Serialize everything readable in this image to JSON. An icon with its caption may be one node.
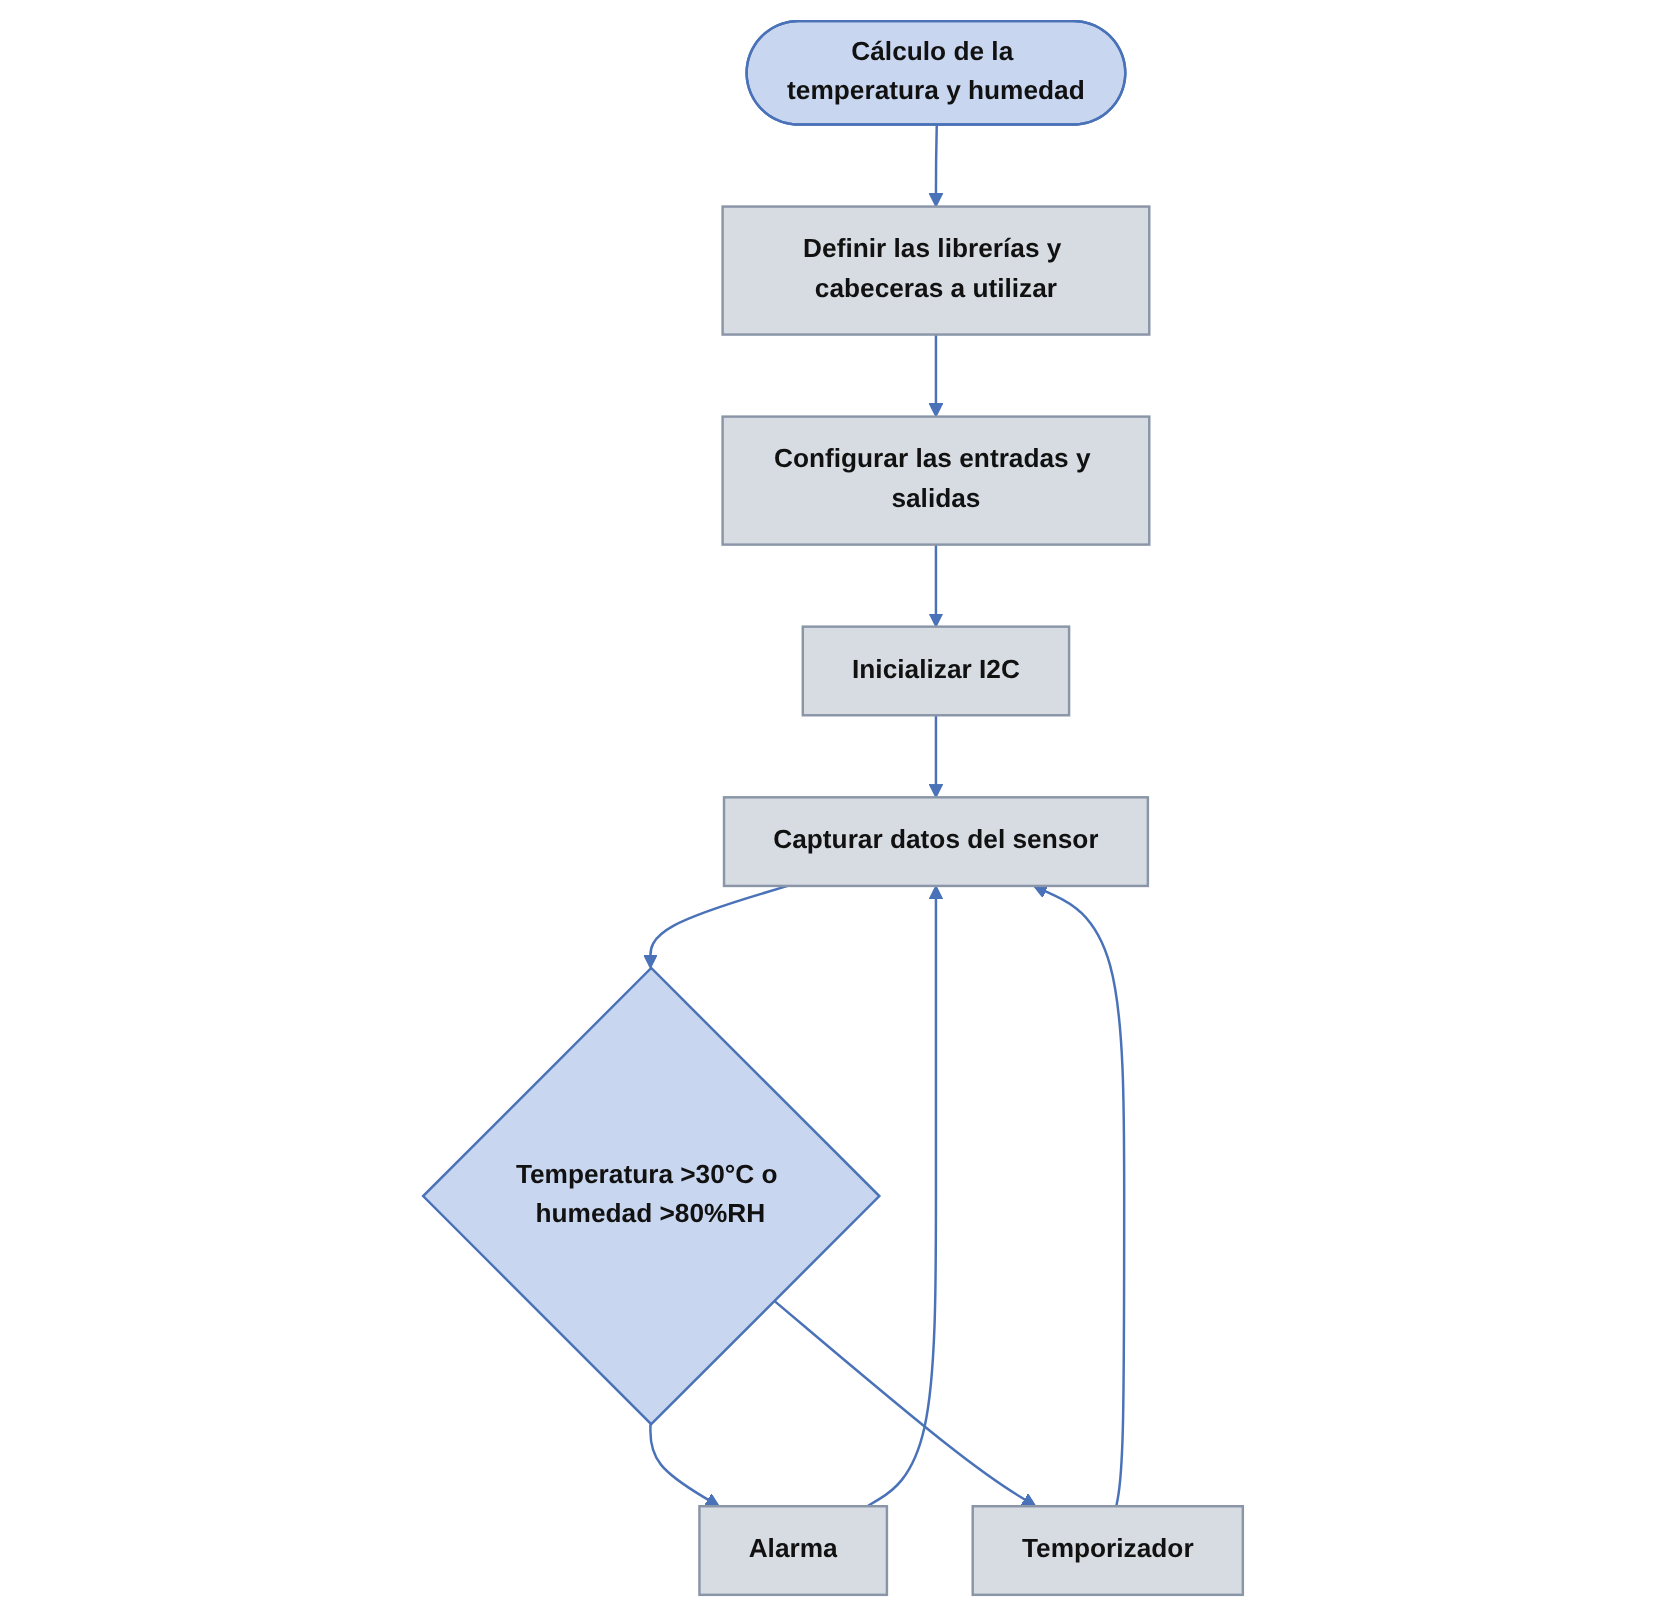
{
  "diagram": {
    "nodes": [
      {
        "text": [
          "Cálculo de la temperatura y humedad"
        ]
      },
      {
        "text": [
          "Definir las librerías y cabeceras a utilizar"
        ]
      },
      {
        "text": [
          "Configurar las entradas y salidas"
        ]
      },
      {
        "text": [
          "Inicializar I2C"
        ]
      },
      {
        "text": [
          "Capturar datos del sensor"
        ]
      },
      {
        "text": [
          "Temperatura >30°C o humedad >80%RH"
        ]
      },
      {
        "text": [
          "Alarma"
        ]
      },
      {
        "text": [
          "Temporizador"
        ]
      }
    ],
    "edges": [
      {
        "from": 0,
        "to": 1,
        "arrow": "to"
      },
      {
        "from": 1,
        "to": 2,
        "arrow": "to"
      },
      {
        "from": 2,
        "to": 3,
        "arrow": "to"
      },
      {
        "from": 3,
        "to": 4,
        "arrow": "to"
      },
      {
        "from": 4,
        "to": 5,
        "arrow": "to"
      },
      {
        "from": 5,
        "to": 6,
        "arrow": "to"
      },
      {
        "from": 5,
        "to": 7,
        "arrow": "to"
      },
      {
        "from": 6,
        "to": 4,
        "arrow": "to"
      },
      {
        "from": 7,
        "to": 4,
        "arrow": "to"
      }
    ]
  }
}
